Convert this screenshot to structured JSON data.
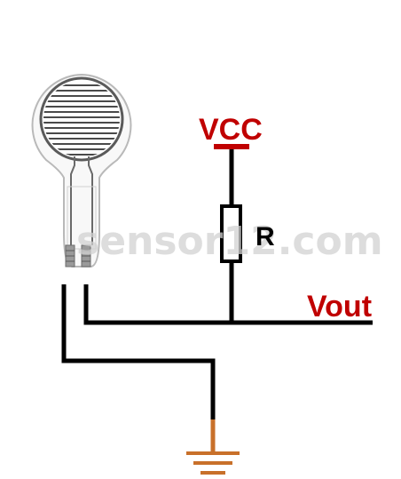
{
  "labels": {
    "vcc": "VCC",
    "resistor": "R",
    "vout": "Vout"
  },
  "watermark": "sensor12.com",
  "colors": {
    "wire": "#000000",
    "label_red": "#c00000",
    "ground": "#c8702a",
    "sensor_trace": "#4a4a4a",
    "sensor_body": "#ffffff",
    "sensor_outline": "#b9b9b9",
    "watermark": "#d2d2d2"
  }
}
